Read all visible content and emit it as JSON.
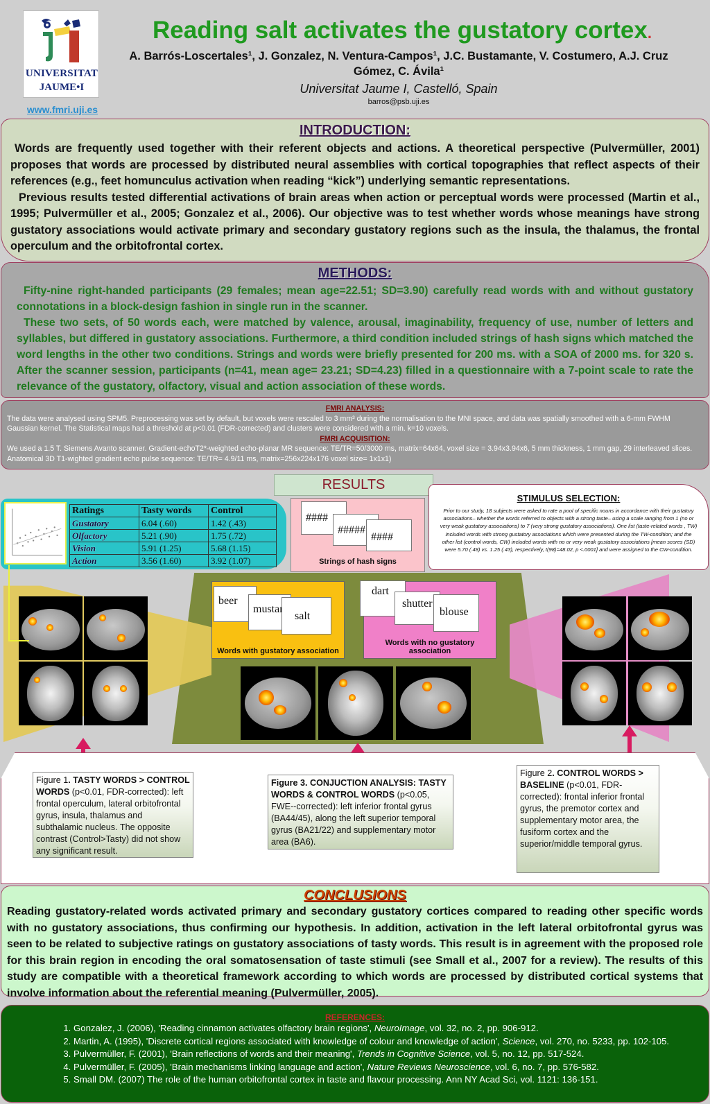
{
  "header": {
    "logo_line1": "UNIVERSITAT",
    "logo_line2": "JAUME•I",
    "site_link": "www.fmri.uji.es",
    "title": "Reading salt activates the gustatory cortex",
    "title_dot": ".",
    "authors_line1": "A. Barrós-Loscertales¹, J. Gonzalez, N. Ventura-Campos¹, J.C. Bustamante, V. Costumero, A.J. Cruz",
    "authors_line2": "Gómez, C. Ávila¹",
    "affiliation": "Universitat Jaume I, Castelló, Spain",
    "email": "barros@psb.uji.es"
  },
  "introduction": {
    "title": "INTRODUCTION:",
    "p1": "Words are frequently used together with their referent objects and actions. A theoretical perspective (Pulvermüller, 2001) proposes that words are processed by distributed neural assemblies with cortical topographies that reflect aspects of their references (e.g., feet homunculus activation when reading “kick”) underlying semantic representations.",
    "p2": "Previous results tested differential activations of brain areas when action or perceptual words were processed (Martin et al., 1995; Pulvermüller et al., 2005; Gonzalez et al., 2006). Our objective was to test whether words whose meanings have strong gustatory associations would activate primary and secondary gustatory regions such as the insula, the thalamus, the frontal operculum and the orbitofrontal cortex."
  },
  "methods": {
    "title": "METHODS:",
    "p1": "Fifty-nine right-handed participants (29 females; mean age=22.51; SD=3.90) carefully read words with and without gustatory connotations in a block-design fashion in single run in the scanner.",
    "p2": "These two sets, of 50 words each, were matched by valence, arousal, imaginability, frequency of use, number of letters and syllables, but differed in gustatory associations. Furthermore, a third condition included strings of hash signs which matched the word lengths in the other two conditions. Strings and words were briefly presented for 200 ms. with a SOA of 2000 ms. for 320 s. After the scanner session, participants (n=41, mean age= 23.21; SD=4.23) filled in a questionnaire with a 7-point scale to rate the relevance of the gustatory, olfactory, visual and action association of these words."
  },
  "fmri": {
    "analysis_title": "FMRI ANALYSIS:",
    "analysis_text": "The data were analysed using SPM5. Preprocessing was set by default, but voxels were rescaled to 3 mm³ during the normalisation to the MNI space, and data was spatially smoothed with a 6-mm FWHM Gaussian kernel. The Statistical maps had a threshold at p<0.01 (FDR-corrected) and clusters were considered with a min. k=10 voxels.",
    "acquisition_title": "FMRI ACQUISITION:",
    "acquisition_text": "We used a 1.5 T. Siemens Avanto scanner. Gradient-echoT2*-weighted echo-planar MR sequence: TE/TR=50/3000 ms, matrix=64x64, voxel size = 3.94x3.94x6, 5 mm thickness, 1 mm gap, 29 interleaved slices. Anatomical 3D T1-wighted gradient echo pulse sequence: TE/TR= 4.9/11 ms, matrix=256x224x176 voxel size= 1x1x1)"
  },
  "results": {
    "title": "RESULTS",
    "ratings_table": {
      "headers": [
        "Ratings",
        "Tasty words",
        "Control"
      ],
      "rows": [
        [
          "Gustatory",
          "6.04 (.60)",
          "1.42 (.43)"
        ],
        [
          "Olfactory",
          "5.21 (.90)",
          "1.75 (.72)"
        ],
        [
          "Vision",
          "5.91 (1.25)",
          "5.68 (1.15)"
        ],
        [
          "Action",
          "3.56 (1.60)",
          "3.92 (1.07)"
        ]
      ]
    },
    "hash": {
      "cards": [
        "####",
        "#####",
        "####"
      ],
      "caption": "Strings of hash signs"
    },
    "gustatory": {
      "cards": [
        "beer",
        "mustar",
        "salt"
      ],
      "caption": "Words with gustatory association"
    },
    "nongustatory": {
      "cards": [
        "dart",
        "shutter",
        "blouse"
      ],
      "caption": "Words with no gustatory association"
    },
    "stimulus": {
      "title": "STIMULUS SELECTION:",
      "text": "Prior to our study, 18 subjects were asked to rate a pool of specific nouns in accordance with their gustatory associations– whether the words referred to objects with a strong taste– using a scale ranging from 1 (no or very weak gustatory associations) to 7 (very strong gustatory associations). One list (taste-related words , TW) included words with strong gustatory associations which were presented during the TW-condition; and the other list (control words, CW) included words with no or very weak gustatory associations [mean scores (SD) were 5.70 (.48) vs. 1.25 (.43), respectively, t(98)=48.02, p <.0001] and were assigned to the CW-condition."
    }
  },
  "figures": {
    "fig1_label": "Figure 1",
    "fig1_bold": ". TASTY WORDS > CONTROL WORDS",
    "fig1_text": " (p<0.01, FDR-corrected): left frontal operculum, lateral orbitofrontal gyrus, insula, thalamus and subthalamic nucleus. The opposite contrast (Control>Tasty) did not show any significant result.",
    "fig3_bold": "Figure 3. CONJUCTION ANALYSIS: TASTY WORDS & CONTROL WORDS",
    "fig3_text": " (p<0.05, FWE--corrected): left inferior frontal gyrus (BA44/45), along the left superior temporal gyrus (BA21/22) and supplementary motor area (BA6).",
    "fig2_label": "Figure 2",
    "fig2_bold": ". CONTROL WORDS > BASELINE",
    "fig2_text": " (p<0.01, FDR-corrected): frontal inferior frontal gyrus, the premotor cortex and supplementary motor area, the fusiform cortex and the superior/middle temporal gyrus."
  },
  "conclusions": {
    "title": "CONCLUSIONS",
    "text": "Reading gustatory-related words activated primary and secondary gustatory cortices compared to reading other specific words with no gustatory associations, thus confirming our hypothesis. In addition, activation in the left lateral orbitofrontal gyrus was seen to be related to subjective ratings on gustatory associations of tasty words. This result is in agreement with the proposed role for this brain region in encoding the oral somatosensation of taste stimuli (see Small et al., 2007 for a review). The results of this study are compatible with a theoretical framework according to which words are processed by distributed cortical systems that involve information about the referential meaning (Pulvermüller, 2005)."
  },
  "references": {
    "title": "REFERENCES:",
    "items": [
      {
        "pre": "Gonzalez, J. (2006), 'Reading cinnamon activates olfactory brain regions', ",
        "journal": "NeuroImage",
        "post": ", vol. 32, no. 2, pp. 906-912."
      },
      {
        "pre": "Martin, A. (1995), 'Discrete cortical regions associated with knowledge of colour and knowledge of action', ",
        "journal": "Science",
        "post": ", vol. 270, no. 5233, pp. 102-105."
      },
      {
        "pre": "Pulvermüller, F. (2001), 'Brain reflections of words and their meaning', ",
        "journal": "Trends in Cognitive Science",
        "post": ", vol. 5, no. 12, pp. 517-524."
      },
      {
        "pre": "Pulvermüller, F. (2005), 'Brain mechanisms linking language and action', ",
        "journal": "Nature Reviews Neuroscience",
        "post": ", vol. 6, no. 7, pp. 576-582."
      },
      {
        "pre": "Small DM. (2007) The role of the human orbitofrontal cortex in taste and flavour processing. Ann NY Acad Sci, vol. 1121: 136-151.",
        "journal": "",
        "post": ""
      }
    ]
  },
  "colors": {
    "title_green": "#1f9a1f",
    "methods_green": "#1f7a1f",
    "border_magenta": "#a04060",
    "references_bg": "#0a620a",
    "arrow_pink": "#d81b60"
  }
}
